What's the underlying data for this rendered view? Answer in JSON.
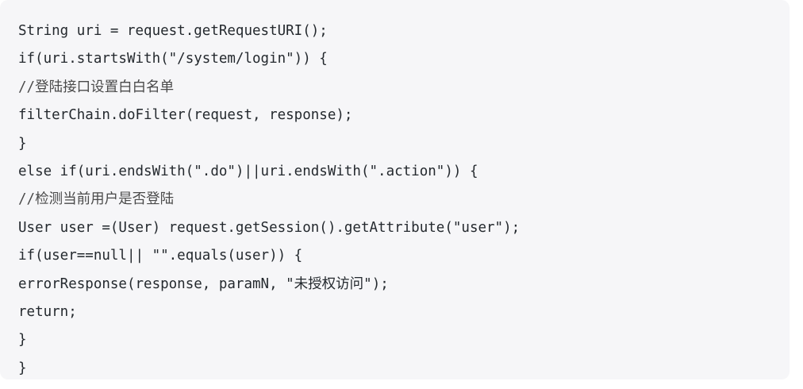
{
  "code_block": {
    "language": "java",
    "background_color": "#f6f6f8",
    "text_color": "#24292e",
    "comment_color": "#4a4a4a",
    "lines": [
      {
        "text": "String uri = request.getRequestURI();",
        "kind": "code"
      },
      {
        "text": "if(uri.startsWith(\"/system/login\")) {",
        "kind": "code"
      },
      {
        "text": "//登陆接口设置白白名单",
        "kind": "comment"
      },
      {
        "text": "filterChain.doFilter(request, response);",
        "kind": "code"
      },
      {
        "text": "}",
        "kind": "code"
      },
      {
        "text": "else if(uri.endsWith(\".do\")||uri.endsWith(\".action\")) {",
        "kind": "code"
      },
      {
        "text": "//检测当前用户是否登陆",
        "kind": "comment"
      },
      {
        "text": "User user =(User) request.getSession().getAttribute(\"user\");",
        "kind": "code"
      },
      {
        "text": "if(user==null|| \"\".equals(user)) {",
        "kind": "code"
      },
      {
        "text": "errorResponse(response, paramN, \"未授权访问\");",
        "kind": "code"
      },
      {
        "text": "return;",
        "kind": "code"
      },
      {
        "text": "}",
        "kind": "code"
      },
      {
        "text": "}",
        "kind": "code"
      }
    ]
  }
}
